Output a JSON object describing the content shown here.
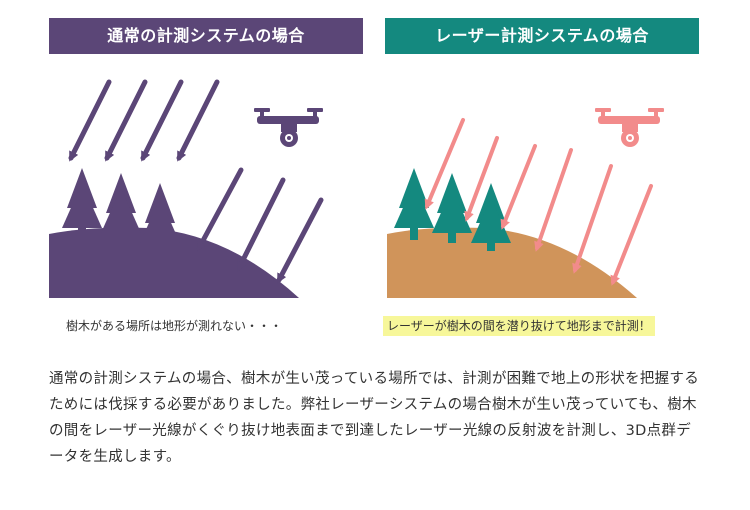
{
  "left_panel": {
    "title": "通常の計測システムの場合",
    "caption": "樹木がある場所は地形が測れない・・・",
    "colors": {
      "header": "#5b4677",
      "ground": "#5b4677",
      "trees": "#5b4677",
      "rays": "#5b4677",
      "drone": "#5b4677"
    }
  },
  "right_panel": {
    "title": "レーザー計測システムの場合",
    "caption": "レーザーが樹木の間を潜り抜けて地形まで計測！",
    "colors": {
      "header": "#14897f",
      "ground": "#d0945a",
      "trees": "#14897f",
      "rays": "#f28b8b",
      "drone": "#f28b8b",
      "caption_highlight": "#f7f79a"
    }
  },
  "description": "通常の計測システムの場合、樹木が生い茂っている場所では、計測が困難で地上の形状を把握するためには伐採する必要がありました。弊社レーザーシステムの場合樹木が生い茂っていても、樹木の間をレーザー光線がくぐり抜け地表面まで到達したレーザー光線の反射波を計測し、3D点群データを生成します。"
}
